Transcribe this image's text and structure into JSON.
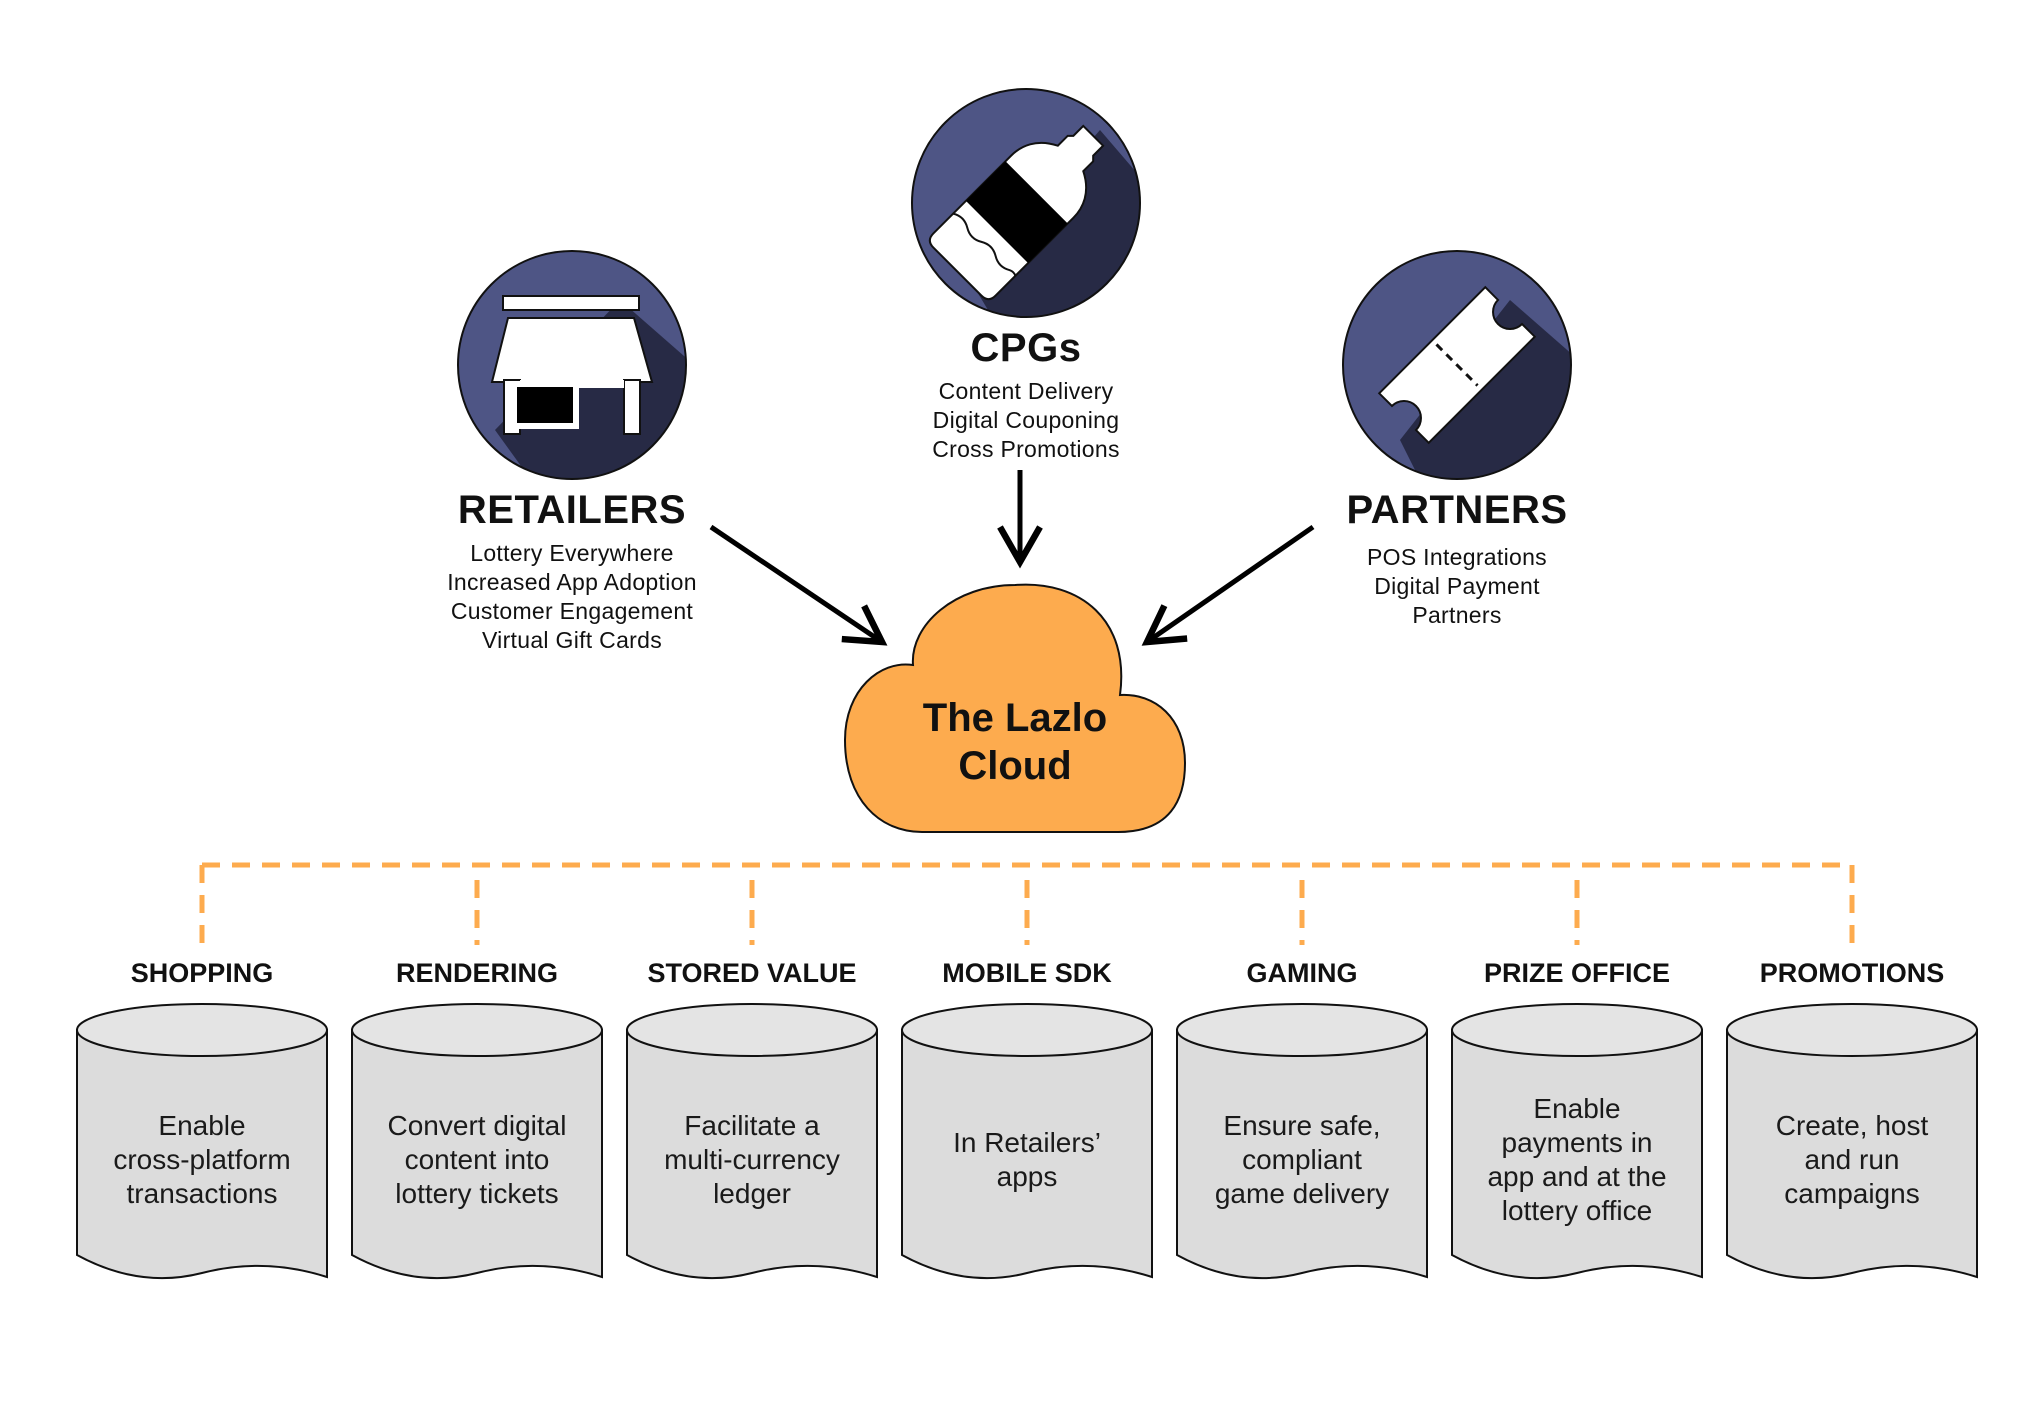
{
  "sources": {
    "retailers": {
      "title": "RETAILERS",
      "lines": [
        "Lottery Everywhere",
        "Increased App Adoption",
        "Customer Engagement",
        "Virtual Gift Cards"
      ],
      "icon": "storefront-icon"
    },
    "cpgs": {
      "title": "CPGs",
      "lines": [
        "Content Delivery",
        "Digital Couponing",
        "Cross Promotions"
      ],
      "icon": "bottle-icon"
    },
    "partners": {
      "title": "PARTNERS",
      "lines": [
        "POS Integrations",
        "Digital Payment",
        "Partners"
      ],
      "icon": "ticket-icon"
    }
  },
  "cloud": {
    "line1": "The Lazlo",
    "line2": "Cloud"
  },
  "modules": [
    {
      "caption": "SHOPPING",
      "lines": [
        "Enable",
        "cross-platform",
        "transactions"
      ]
    },
    {
      "caption": "RENDERING",
      "lines": [
        "Convert digital",
        "content into",
        "lottery tickets"
      ]
    },
    {
      "caption": "STORED VALUE",
      "lines": [
        "Facilitate a",
        "multi-currency",
        "ledger"
      ]
    },
    {
      "caption": "MOBILE SDK",
      "lines": [
        "In Retailers’",
        "apps"
      ]
    },
    {
      "caption": "GAMING",
      "lines": [
        "Ensure safe,",
        "compliant",
        "game delivery"
      ]
    },
    {
      "caption": "PRIZE OFFICE",
      "lines": [
        "Enable",
        "payments in",
        "app and at the",
        "lottery office"
      ]
    },
    {
      "caption": "PROMOTIONS",
      "lines": [
        "Create, host",
        "and run",
        "campaigns"
      ]
    }
  ],
  "colors": {
    "circle": "#4e5585",
    "circle_shadow": "#272a45",
    "cloud": "#fdab4e",
    "dashed_connector": "#fdab4e",
    "cylinder": "#dcdcdc"
  }
}
